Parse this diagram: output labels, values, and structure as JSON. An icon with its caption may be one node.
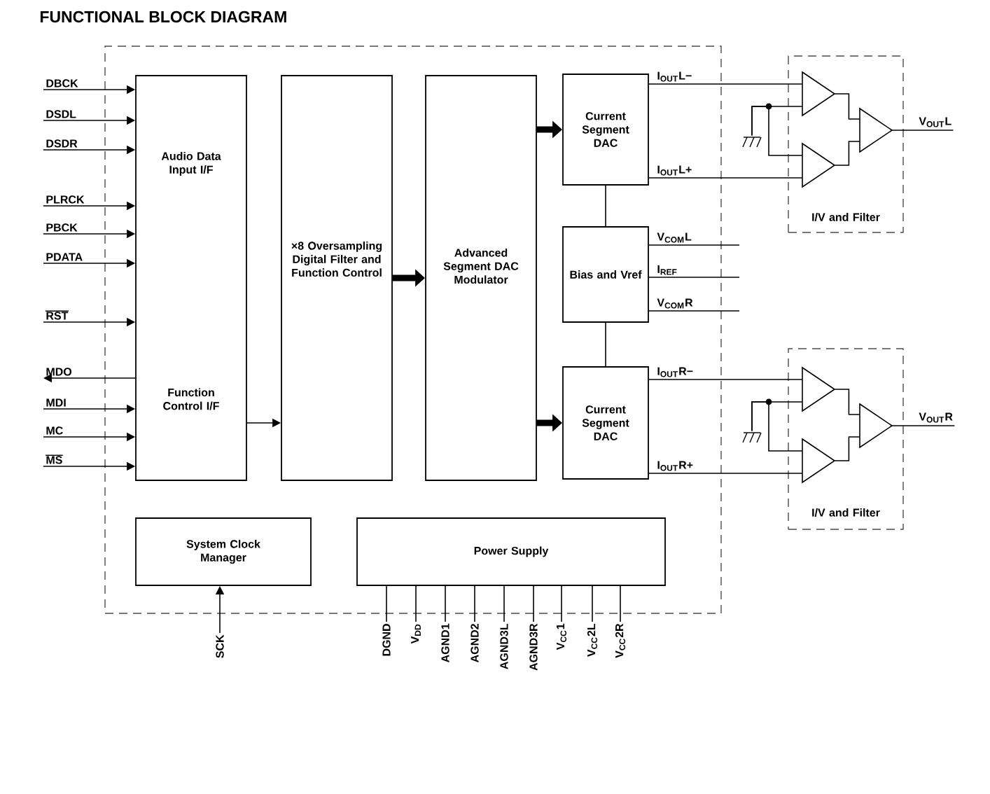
{
  "diagram": {
    "title": "FUNCTIONAL BLOCK DIAGRAM",
    "nodes": [
      {
        "text": [],
        "shape": "box"
      },
      {
        "text": [
          "Audio Data Input I/F",
          "Function Control I/F"
        ],
        "in": 0
      },
      {
        "text": [
          "×8 Oversampling Digital Filter and Function Control"
        ],
        "in": 0
      },
      {
        "text": [
          "Advanced Segment DAC Modulator"
        ],
        "in": 0
      },
      {
        "text": [
          "Current Segment DAC"
        ],
        "in": 0
      },
      {
        "text": [
          "Bias and Vref"
        ],
        "in": 0
      },
      {
        "text": [
          "Current Segment DAC"
        ],
        "in": 0
      },
      {
        "text": [
          "System Clock Manager"
        ],
        "in": 0
      },
      {
        "text": [
          "Power Supply"
        ],
        "in": 0
      },
      {
        "text": [
          "I/V and Filter"
        ]
      },
      {
        "text": [],
        "shape": "triangle",
        "in": 9
      },
      {
        "text": [],
        "shape": "triangle",
        "in": 9
      },
      {
        "text": [],
        "shape": "triangle",
        "in": 9
      },
      {
        "text": [
          "I/V and Filter"
        ]
      },
      {
        "text": [],
        "shape": "triangle",
        "in": 13
      },
      {
        "text": [],
        "shape": "triangle",
        "in": 13
      },
      {
        "text": [],
        "shape": "triangle",
        "in": 13
      },
      {
        "text": [
          "V$_{OUT}$L"
        ]
      },
      {
        "text": [
          "V$_{OUT}$R"
        ]
      },
      {
        "text": [],
        "shape": "ground"
      },
      {
        "text": [],
        "shape": "ground"
      },
      {
        "text": [
          "DBCK"
        ]
      },
      {
        "text": [
          "DSDL"
        ]
      },
      {
        "text": [
          "DSDR"
        ]
      },
      {
        "text": [
          "PLRCK"
        ]
      },
      {
        "text": [
          "PBCK"
        ]
      },
      {
        "text": [
          "PDATA"
        ]
      },
      {
        "text": [
          "RST"
        ]
      },
      {
        "text": [
          "MDO"
        ]
      },
      {
        "text": [
          "MDI"
        ]
      },
      {
        "text": [
          "MC"
        ]
      },
      {
        "text": [
          "MS"
        ]
      },
      {
        "text": [
          "SCK"
        ]
      },
      {
        "text": [
          "DGND"
        ]
      },
      {
        "text": [
          "V$_{DD}$"
        ]
      },
      {
        "text": [
          "AGND1"
        ]
      },
      {
        "text": [
          "AGND2"
        ]
      },
      {
        "text": [
          "AGND3L"
        ]
      },
      {
        "text": [
          "AGND3R"
        ]
      },
      {
        "text": [
          "V$_{CC}$1"
        ]
      },
      {
        "text": [
          "V$_{CC}$2L"
        ]
      },
      {
        "text": [
          "V$_{CC}$2R"
        ]
      }
    ],
    "edges": [
      {
        "from": 21,
        "to": 1,
        "arrow": "to"
      },
      {
        "from": 22,
        "to": 1,
        "arrow": "to"
      },
      {
        "from": 23,
        "to": 1,
        "arrow": "to"
      },
      {
        "from": 24,
        "to": 1,
        "arrow": "to"
      },
      {
        "from": 25,
        "to": 1,
        "arrow": "to"
      },
      {
        "from": 26,
        "to": 1,
        "arrow": "to"
      },
      {
        "from": 27,
        "to": 1,
        "arrow": "to"
      },
      {
        "from": 1,
        "to": 28,
        "arrow": "to"
      },
      {
        "from": 29,
        "to": 1,
        "arrow": "to"
      },
      {
        "from": 30,
        "to": 1,
        "arrow": "to"
      },
      {
        "from": 31,
        "to": 1,
        "arrow": "to"
      },
      {
        "from": 1,
        "to": 2,
        "arrow": "to"
      },
      {
        "from": 2,
        "to": 3,
        "arrow": "to",
        "style": "thick"
      },
      {
        "from": 3,
        "to": 4,
        "arrow": "to",
        "style": "thick"
      },
      {
        "from": 3,
        "to": 6,
        "arrow": "to",
        "style": "thick"
      },
      {
        "from": 4,
        "to": 5,
        "arrow": "none"
      },
      {
        "from": 5,
        "to": 6,
        "arrow": "none"
      },
      {
        "from": 4,
        "to": 10,
        "arrow": "none",
        "label": "I$_{OUT}$L−"
      },
      {
        "from": 4,
        "to": 11,
        "arrow": "none",
        "label": "I$_{OUT}$L+"
      },
      {
        "from": 19,
        "to": 10,
        "arrow": "none"
      },
      {
        "from": 19,
        "to": 11,
        "arrow": "none"
      },
      {
        "from": 10,
        "to": 12,
        "arrow": "none"
      },
      {
        "from": 11,
        "to": 12,
        "arrow": "none"
      },
      {
        "from": 12,
        "to": 17,
        "arrow": "none"
      },
      {
        "from": 6,
        "to": 14,
        "arrow": "none",
        "label": "I$_{OUT}$R−"
      },
      {
        "from": 6,
        "to": 15,
        "arrow": "none",
        "label": "I$_{OUT}$R+"
      },
      {
        "from": 20,
        "to": 14,
        "arrow": "none"
      },
      {
        "from": 20,
        "to": 15,
        "arrow": "none"
      },
      {
        "from": 14,
        "to": 16,
        "arrow": "none"
      },
      {
        "from": 15,
        "to": 16,
        "arrow": "none"
      },
      {
        "from": 16,
        "to": 18,
        "arrow": "none"
      },
      {
        "from": 5,
        "to": null,
        "arrow": "none",
        "label": "V$_{COM}$L"
      },
      {
        "from": 5,
        "to": null,
        "arrow": "none",
        "label": "I$_{REF}$"
      },
      {
        "from": 5,
        "to": null,
        "arrow": "none",
        "label": "V$_{COM}$R"
      },
      {
        "from": 32,
        "to": 7,
        "arrow": "to"
      },
      {
        "from": 8,
        "to": 33,
        "arrow": "none"
      },
      {
        "from": 8,
        "to": 34,
        "arrow": "none"
      },
      {
        "from": 8,
        "to": 35,
        "arrow": "none"
      },
      {
        "from": 8,
        "to": 36,
        "arrow": "none"
      },
      {
        "from": 8,
        "to": 37,
        "arrow": "none"
      },
      {
        "from": 8,
        "to": 38,
        "arrow": "none"
      },
      {
        "from": 8,
        "to": 39,
        "arrow": "none"
      },
      {
        "from": 8,
        "to": 40,
        "arrow": "none"
      },
      {
        "from": 8,
        "to": 41,
        "arrow": "none"
      }
    ]
  }
}
